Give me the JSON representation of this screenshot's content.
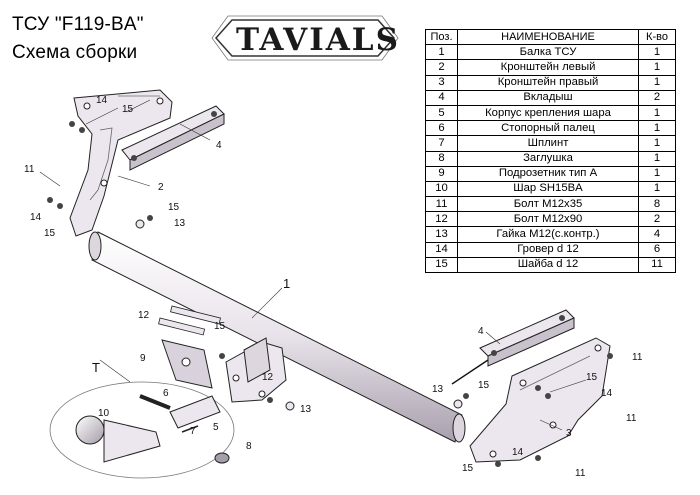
{
  "header": {
    "title": "ТСУ  \"F119-BA\"",
    "subtitle": "Схема сборки",
    "logo_text": "TAVIALS"
  },
  "parts_table": {
    "headers": [
      "Поз.",
      "НАИМЕНОВАНИЕ",
      "К-во"
    ],
    "rows": [
      [
        "1",
        "Балка ТСУ",
        "1"
      ],
      [
        "2",
        "Кронштейн левый",
        "1"
      ],
      [
        "3",
        "Кронштейн правый",
        "1"
      ],
      [
        "4",
        "Вкладыш",
        "2"
      ],
      [
        "5",
        "Корпус крепления шара",
        "1"
      ],
      [
        "6",
        "Стопорный палец",
        "1"
      ],
      [
        "7",
        "Шплинт",
        "1"
      ],
      [
        "8",
        "Заглушка",
        "1"
      ],
      [
        "9",
        "Подрозетник тип А",
        "1"
      ],
      [
        "10",
        "Шар SH15BA",
        "1"
      ],
      [
        "11",
        "Болт М12х35",
        "8"
      ],
      [
        "12",
        "Болт М12х90",
        "2"
      ],
      [
        "13",
        "Гайка М12(с.контр.)",
        "4"
      ],
      [
        "14",
        "Гровер d 12",
        "6"
      ],
      [
        "15",
        "Шайба d 12",
        "11"
      ]
    ]
  },
  "diagram": {
    "callouts": [
      "1",
      "2",
      "3",
      "4",
      "4",
      "5",
      "6",
      "7",
      "8",
      "9",
      "10",
      "11",
      "11",
      "11",
      "11",
      "12",
      "12",
      "13",
      "13",
      "13",
      "14",
      "14",
      "14",
      "14",
      "15",
      "15",
      "15",
      "15",
      "15",
      "15",
      "15",
      "T"
    ]
  },
  "colors": {
    "part_fill": "#ece6ee",
    "outline": "#222222",
    "shadow": "#b9b2bd"
  }
}
